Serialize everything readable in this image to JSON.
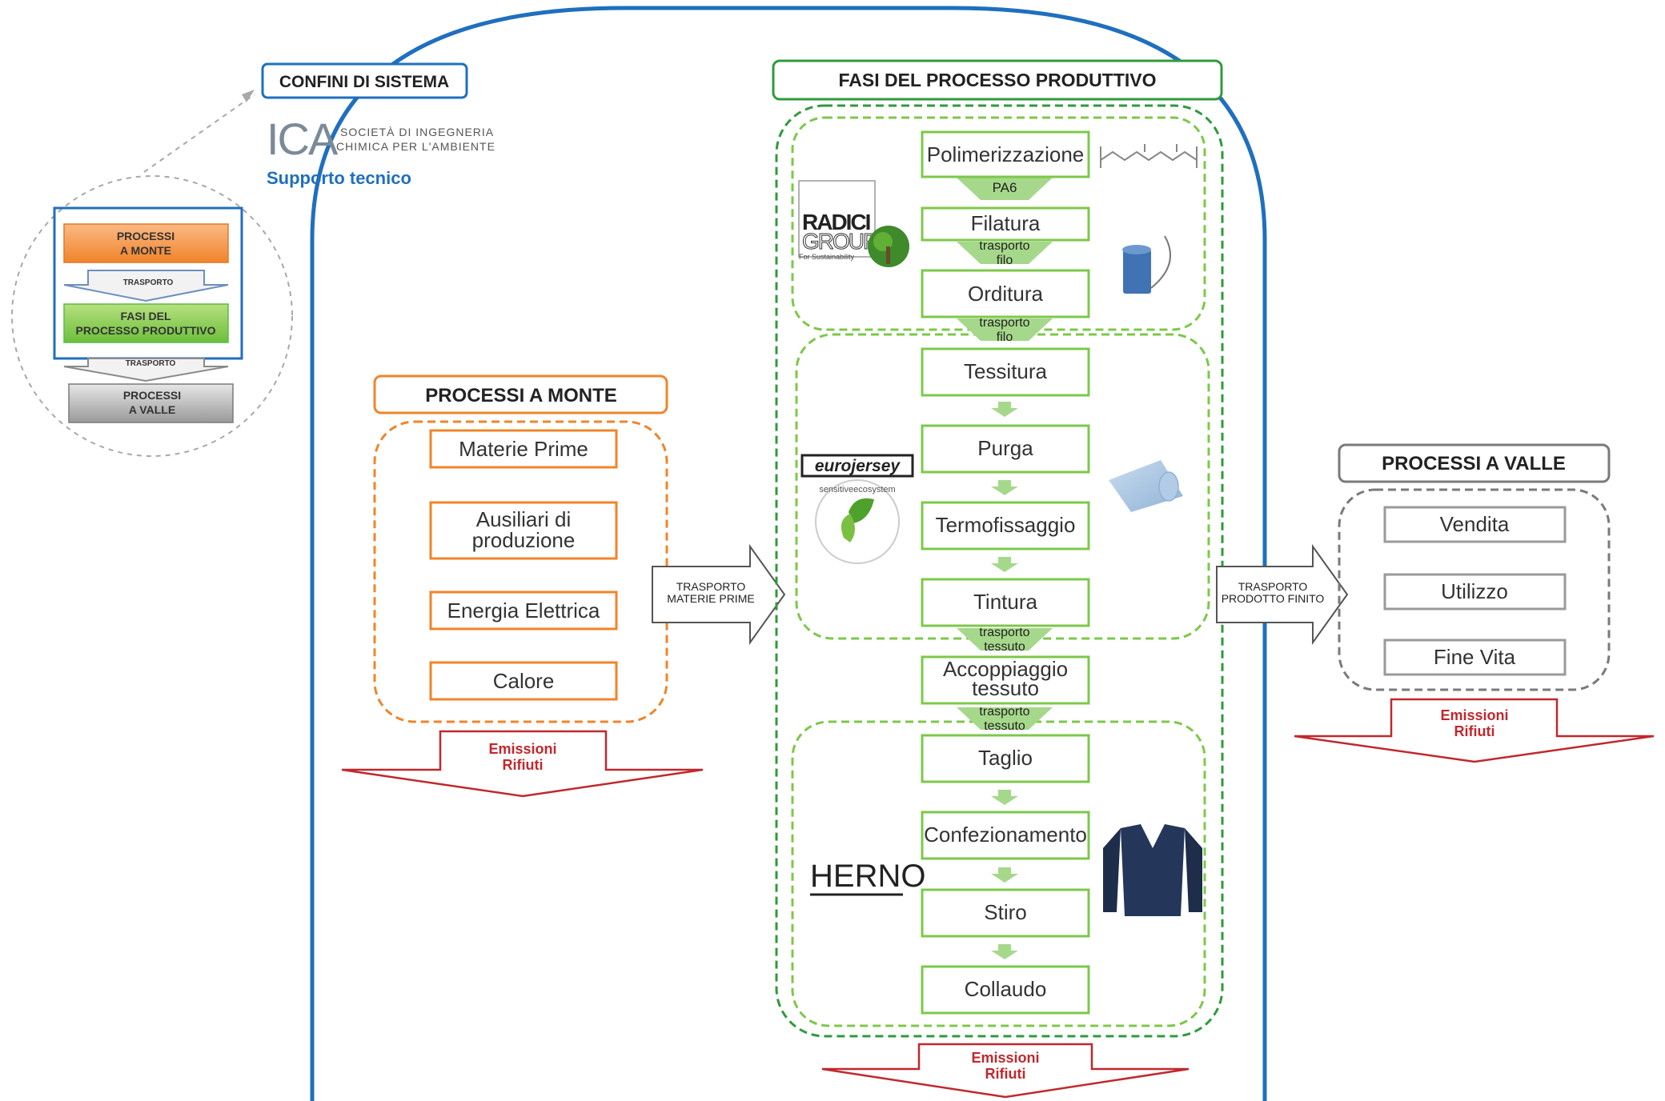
{
  "colors": {
    "system_boundary": "#1f6fbf",
    "upstream": "#f0842a",
    "production": "#5dbb46",
    "production_dark": "#2f9a3c",
    "downstream": "#7a7a7a",
    "emissions_red": "#c0282d",
    "ica_blue": "#1f6fbf"
  },
  "system_boundary": {
    "title": "CONFINI DI SISTEMA"
  },
  "ica": {
    "logo_text": "ICA",
    "company_line1": "SOCIETÀ DI INGEGNERIA",
    "company_line2": "CHIMICA PER L'AMBIENTE",
    "support": "Supporto tecnico"
  },
  "legend_inset": {
    "upstream_line1": "PROCESSI",
    "upstream_line2": "A MONTE",
    "transport1": "TRASPORTO",
    "production_line1": "FASI DEL",
    "production_line2": "PROCESSO PRODUTTIVO",
    "transport2": "TRASPORTO",
    "downstream_line1": "PROCESSI",
    "downstream_line2": "A VALLE"
  },
  "upstream": {
    "title": "PROCESSI A MONTE",
    "items": [
      "Materie Prime",
      "Ausiliari di produzione",
      "Energia Elettrica",
      "Calore"
    ],
    "item2_line1": "Ausiliari di",
    "item2_line2": "produzione",
    "emissions_line1": "Emissioni",
    "emissions_line2": "Rifiuti"
  },
  "transport_raw": {
    "line1": "TRASPORTO",
    "line2": "MATERIE PRIME"
  },
  "production": {
    "title": "FASI DEL PROCESSO PRODUTTIVO",
    "steps": [
      "Polimerizzazione",
      "Filatura",
      "Orditura",
      "Tessitura",
      "Purga",
      "Termofissaggio",
      "Tintura",
      "Accoppiaggio tessuto",
      "Taglio",
      "Confezionamento",
      "Stiro",
      "Collaudo"
    ],
    "step_accoppiaggio_line1": "Accoppiaggio",
    "step_accoppiaggio_line2": "tessuto",
    "pa6": "PA6",
    "transport_filo_1": "trasporto",
    "transport_filo_2": "filo",
    "transport_tessuto_1": "trasporto",
    "transport_tessuto_2": "tessuto",
    "emissions_line1": "Emissioni",
    "emissions_line2": "Rifiuti"
  },
  "logos": {
    "radici_line1": "RADICI",
    "radici_line2": "GROUP",
    "radici_tagline": "For Sustainability",
    "eurojersey": "eurojersey",
    "sensitive": "sensitiveecosystem",
    "herno": "HERNO"
  },
  "transport_finished": {
    "line1": "TRASPORTO",
    "line2": "PRODOTTO FINITO"
  },
  "downstream": {
    "title": "PROCESSI A VALLE",
    "items": [
      "Vendita",
      "Utilizzo",
      "Fine Vita"
    ],
    "emissions_line1": "Emissioni",
    "emissions_line2": "Rifiuti"
  }
}
